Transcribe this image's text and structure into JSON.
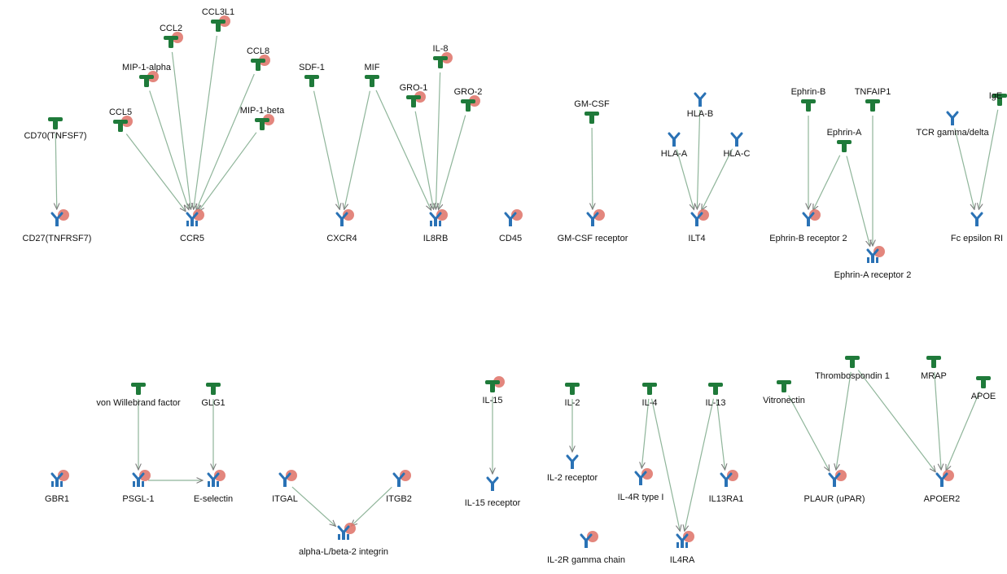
{
  "diagram": {
    "nodes": [
      {
        "id": "CD70",
        "label": "CD70(TNFSF7)",
        "kind": "ligand",
        "marked": false
      },
      {
        "id": "CD27",
        "label": "CD27(TNFRSF7)",
        "kind": "receptor",
        "marked": true
      },
      {
        "id": "CCL5",
        "label": "CCL5",
        "kind": "ligand",
        "marked": true
      },
      {
        "id": "MIP1A",
        "label": "MIP-1-alpha",
        "kind": "ligand",
        "marked": true
      },
      {
        "id": "CCL2",
        "label": "CCL2",
        "kind": "ligand",
        "marked": true
      },
      {
        "id": "CCL3L1",
        "label": "CCL3L1",
        "kind": "ligand",
        "marked": true
      },
      {
        "id": "CCL8",
        "label": "CCL8",
        "kind": "ligand",
        "marked": true
      },
      {
        "id": "MIP1B",
        "label": "MIP-1-beta",
        "kind": "ligand",
        "marked": true
      },
      {
        "id": "CCR5",
        "label": "CCR5",
        "kind": "receptor2",
        "marked": true
      },
      {
        "id": "SDF1",
        "label": "SDF-1",
        "kind": "ligand",
        "marked": false
      },
      {
        "id": "MIF",
        "label": "MIF",
        "kind": "ligand",
        "marked": false
      },
      {
        "id": "CXCR4",
        "label": "CXCR4",
        "kind": "receptor",
        "marked": true
      },
      {
        "id": "IL8",
        "label": "IL-8",
        "kind": "ligand",
        "marked": true
      },
      {
        "id": "GRO1",
        "label": "GRO-1",
        "kind": "ligand",
        "marked": true
      },
      {
        "id": "GRO2",
        "label": "GRO-2",
        "kind": "ligand",
        "marked": true
      },
      {
        "id": "IL8RB",
        "label": "IL8RB",
        "kind": "receptor2",
        "marked": true
      },
      {
        "id": "CD45",
        "label": "CD45",
        "kind": "receptor",
        "marked": true
      },
      {
        "id": "GMCSF",
        "label": "GM-CSF",
        "kind": "ligand",
        "marked": false
      },
      {
        "id": "GMCSFR",
        "label": "GM-CSF receptor",
        "kind": "receptor",
        "marked": true
      },
      {
        "id": "HLAB",
        "label": "HLA-B",
        "kind": "receptor",
        "marked": false
      },
      {
        "id": "HLAA",
        "label": "HLA-A",
        "kind": "receptor",
        "marked": false
      },
      {
        "id": "HLAC",
        "label": "HLA-C",
        "kind": "receptor",
        "marked": false
      },
      {
        "id": "ILT4",
        "label": "ILT4",
        "kind": "receptor",
        "marked": true
      },
      {
        "id": "EPHB",
        "label": "Ephrin-B",
        "kind": "ligand",
        "marked": false
      },
      {
        "id": "TNFAIP1",
        "label": "TNFAIP1",
        "kind": "ligand",
        "marked": false
      },
      {
        "id": "EPHA",
        "label": "Ephrin-A",
        "kind": "ligand",
        "marked": false
      },
      {
        "id": "EPHBR2",
        "label": "Ephrin-B receptor 2",
        "kind": "receptor",
        "marked": true
      },
      {
        "id": "EPHAR2",
        "label": "Ephrin-A receptor 2",
        "kind": "receptor2",
        "marked": true
      },
      {
        "id": "TCRGD",
        "label": "TCR gamma/delta",
        "kind": "receptor",
        "marked": false
      },
      {
        "id": "IGE",
        "label": "IgE",
        "kind": "ligand",
        "marked": false
      },
      {
        "id": "FCER",
        "label": "Fc epsilon RI",
        "kind": "receptor",
        "marked": false
      },
      {
        "id": "GBR1",
        "label": "GBR1",
        "kind": "receptor2",
        "marked": true
      },
      {
        "id": "VWF",
        "label": "von Willebrand factor",
        "kind": "ligand",
        "marked": false
      },
      {
        "id": "GLG1",
        "label": "GLG1",
        "kind": "ligand",
        "marked": false
      },
      {
        "id": "PSGL1",
        "label": "PSGL-1",
        "kind": "receptor2",
        "marked": true
      },
      {
        "id": "ESEL",
        "label": "E-selectin",
        "kind": "receptor2",
        "marked": true
      },
      {
        "id": "ITGAL",
        "label": "ITGAL",
        "kind": "receptor",
        "marked": true
      },
      {
        "id": "ITGB2",
        "label": "ITGB2",
        "kind": "receptor",
        "marked": true
      },
      {
        "id": "ALB2",
        "label": "alpha-L/beta-2 integrin",
        "kind": "receptor2",
        "marked": true
      },
      {
        "id": "IL15",
        "label": "IL-15",
        "kind": "ligand",
        "marked": true
      },
      {
        "id": "IL15R",
        "label": "IL-15 receptor",
        "kind": "receptor",
        "marked": false
      },
      {
        "id": "IL2",
        "label": "IL-2",
        "kind": "ligand",
        "marked": false
      },
      {
        "id": "IL2R",
        "label": "IL-2 receptor",
        "kind": "receptor",
        "marked": false
      },
      {
        "id": "IL2RG",
        "label": "IL-2R gamma chain",
        "kind": "receptor",
        "marked": true
      },
      {
        "id": "IL4",
        "label": "IL-4",
        "kind": "ligand",
        "marked": false
      },
      {
        "id": "IL4R1",
        "label": "IL-4R type I",
        "kind": "receptor",
        "marked": true
      },
      {
        "id": "IL13",
        "label": "IL-13",
        "kind": "ligand",
        "marked": false
      },
      {
        "id": "IL13RA1",
        "label": "IL13RA1",
        "kind": "receptor",
        "marked": true
      },
      {
        "id": "IL4RA",
        "label": "IL4RA",
        "kind": "receptor2",
        "marked": true
      },
      {
        "id": "VTN",
        "label": "Vitronectin",
        "kind": "ligand",
        "marked": false
      },
      {
        "id": "THBS1",
        "label": "Thrombospondin 1",
        "kind": "ligand",
        "marked": false
      },
      {
        "id": "MRAP",
        "label": "MRAP",
        "kind": "ligand",
        "marked": false
      },
      {
        "id": "APOE",
        "label": "APOE",
        "kind": "ligand",
        "marked": false
      },
      {
        "id": "PLAUR",
        "label": "PLAUR (uPAR)",
        "kind": "receptor",
        "marked": true
      },
      {
        "id": "APOER2",
        "label": "APOER2",
        "kind": "receptor",
        "marked": true
      }
    ],
    "edges": [
      [
        "CD70",
        "CD27"
      ],
      [
        "CCL5",
        "CCR5"
      ],
      [
        "MIP1A",
        "CCR5"
      ],
      [
        "CCL2",
        "CCR5"
      ],
      [
        "CCL3L1",
        "CCR5"
      ],
      [
        "CCL8",
        "CCR5"
      ],
      [
        "MIP1B",
        "CCR5"
      ],
      [
        "SDF1",
        "CXCR4"
      ],
      [
        "MIF",
        "CXCR4"
      ],
      [
        "MIF",
        "IL8RB"
      ],
      [
        "IL8",
        "IL8RB"
      ],
      [
        "GRO1",
        "IL8RB"
      ],
      [
        "GRO2",
        "IL8RB"
      ],
      [
        "GMCSF",
        "GMCSFR"
      ],
      [
        "HLAA",
        "ILT4"
      ],
      [
        "HLAB",
        "ILT4"
      ],
      [
        "HLAC",
        "ILT4"
      ],
      [
        "EPHB",
        "EPHBR2"
      ],
      [
        "EPHA",
        "EPHBR2"
      ],
      [
        "EPHA",
        "EPHAR2"
      ],
      [
        "TNFAIP1",
        "EPHAR2"
      ],
      [
        "TCRGD",
        "FCER"
      ],
      [
        "IGE",
        "FCER"
      ],
      [
        "VWF",
        "PSGL1"
      ],
      [
        "PSGL1",
        "ESEL"
      ],
      [
        "GLG1",
        "ESEL"
      ],
      [
        "ITGAL",
        "ALB2"
      ],
      [
        "ITGB2",
        "ALB2"
      ],
      [
        "IL15",
        "IL15R"
      ],
      [
        "IL2",
        "IL2R"
      ],
      [
        "IL4",
        "IL4R1"
      ],
      [
        "IL4",
        "IL4RA"
      ],
      [
        "IL13",
        "IL13RA1"
      ],
      [
        "IL13",
        "IL4RA"
      ],
      [
        "VTN",
        "PLAUR"
      ],
      [
        "THBS1",
        "PLAUR"
      ],
      [
        "THBS1",
        "APOER2"
      ],
      [
        "MRAP",
        "APOER2"
      ],
      [
        "APOE",
        "APOER2"
      ]
    ],
    "colors": {
      "ligand": "#1f7a3a",
      "receptor": "#2a72b5",
      "marker": "#e0796f",
      "edge": "#8fb59a"
    }
  }
}
